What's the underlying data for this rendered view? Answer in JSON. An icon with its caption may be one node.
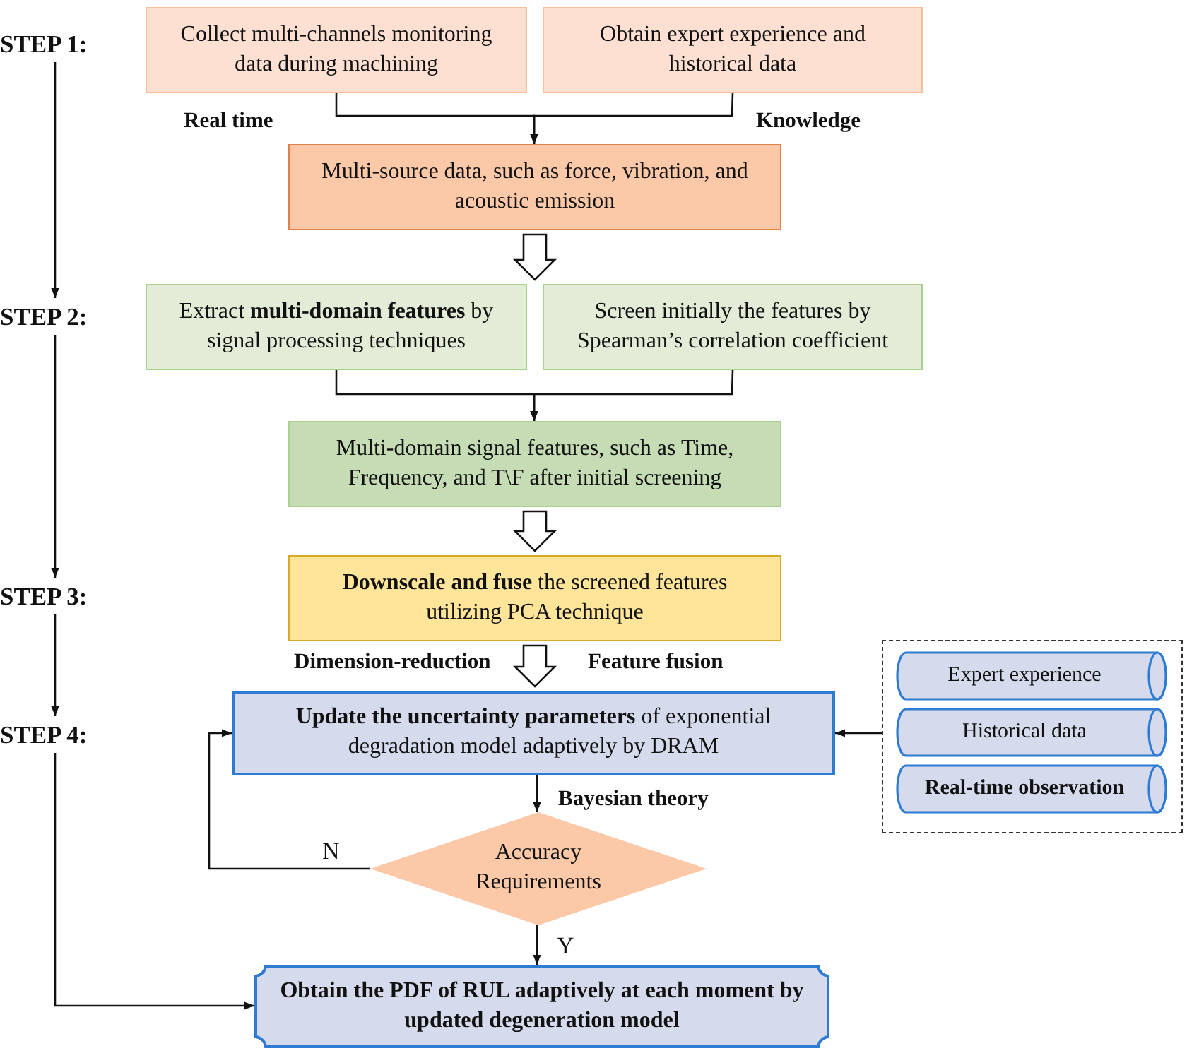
{
  "diagram": {
    "nodes": [
      {
        "text": [
          "STEP 1:"
        ]
      },
      {
        "text": [
          "STEP 2:"
        ]
      },
      {
        "text": [
          "STEP 3:"
        ]
      },
      {
        "text": [
          "STEP 4:"
        ]
      },
      {
        "text": [
          "Collect multi-channels monitoring data during machining"
        ]
      },
      {
        "text": [
          "Obtain expert experience and historical data"
        ]
      },
      {
        "text": [
          "Multi-source data, such as force, vibration, and acoustic emission"
        ]
      },
      {
        "text": [
          "Extract **multi-domain features** by signal processing techniques"
        ]
      },
      {
        "text": [
          "Screen initially the features by Spearman’s correlation coefficient"
        ]
      },
      {
        "text": [
          "Multi-domain signal features, such as Time, Frequency, and T\\F after initial screening"
        ]
      },
      {
        "text": [
          "**Downscale and fuse** the screened features utilizing PCA technique"
        ]
      },
      {
        "text": [
          "**Update the uncertainty parameters** of exponential degradation model adaptively by DRAM"
        ]
      },
      {
        "text": [
          "Accuracy Requirements"
        ]
      },
      {
        "text": [
          "Obtain the PDF of RUL adaptively at each moment by updated degeneration model"
        ]
      },
      {
        "text": [],
        "shape": "box"
      },
      {
        "text": [
          "Expert experience"
        ],
        "in": 14
      },
      {
        "text": [
          "Historical data"
        ],
        "in": 14
      },
      {
        "text": [
          "Real-time observation"
        ],
        "in": 14
      }
    ],
    "edges": [
      {
        "from": 0,
        "to": 1,
        "arrow": "to"
      },
      {
        "from": 1,
        "to": 2,
        "arrow": "to"
      },
      {
        "from": 2,
        "to": 3,
        "arrow": "to"
      },
      {
        "from": 3,
        "to": 13,
        "arrow": "to"
      },
      {
        "from": 4,
        "to": 6,
        "arrow": "to",
        "label": "Real time"
      },
      {
        "from": 5,
        "to": 6,
        "arrow": "to",
        "label": "Knowledge"
      },
      {
        "from": 6,
        "to": 7,
        "arrow": "to",
        "style": "thick"
      },
      {
        "from": 6,
        "to": 8,
        "arrow": "to",
        "style": "thick"
      },
      {
        "from": 7,
        "to": 9,
        "arrow": "to"
      },
      {
        "from": 8,
        "to": 9,
        "arrow": "to"
      },
      {
        "from": 9,
        "to": 10,
        "arrow": "to",
        "style": "thick"
      },
      {
        "from": 10,
        "to": 11,
        "arrow": "to",
        "style": "thick"
      },
      {
        "from": 11,
        "to": 12,
        "arrow": "to",
        "label": "Bayesian theory"
      },
      {
        "from": 12,
        "to": 11,
        "arrow": "to",
        "label": "N"
      },
      {
        "from": 12,
        "to": 13,
        "arrow": "to",
        "label": "Y"
      },
      {
        "from": 14,
        "to": 11,
        "arrow": "to"
      }
    ],
    "labels": [
      "Dimension-reduction",
      "Feature fusion"
    ]
  }
}
